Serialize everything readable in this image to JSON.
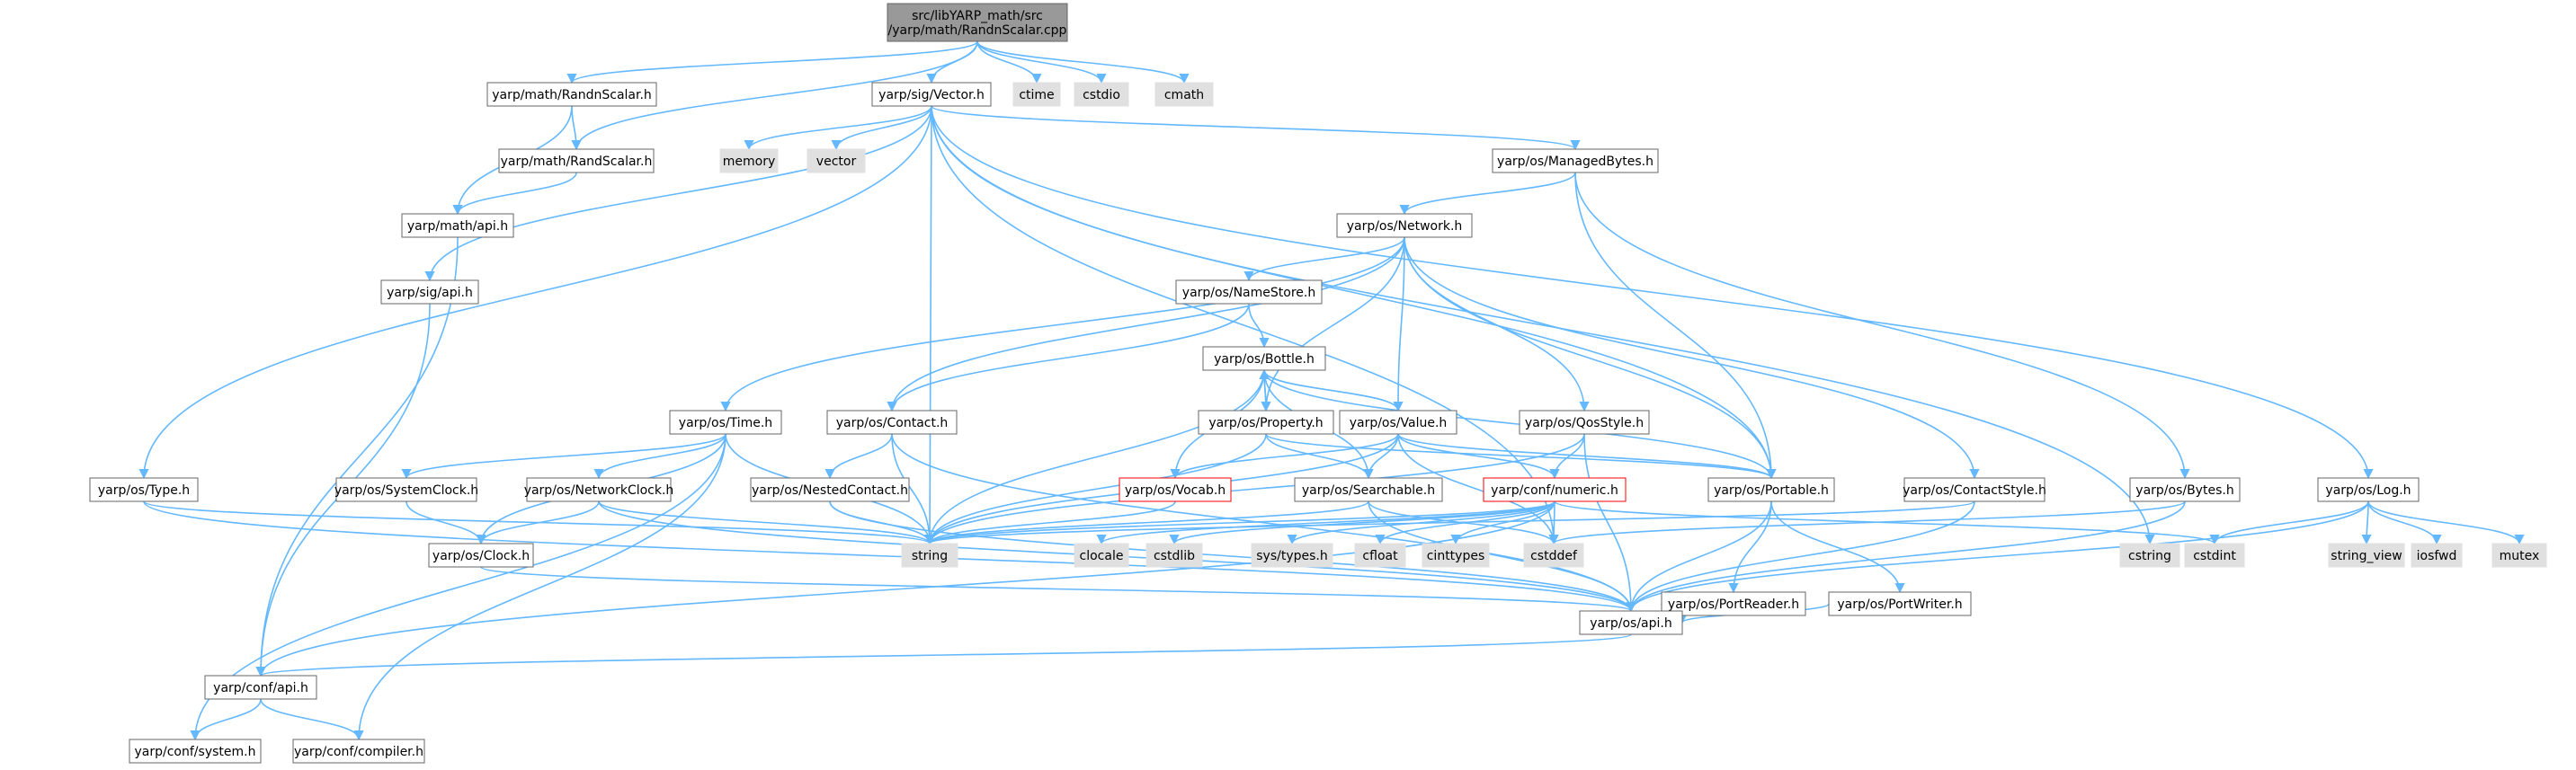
{
  "colors": {
    "edge": "#63b8ff",
    "node_border": "#666666",
    "node_fill": "#ffffff",
    "root_fill": "#999999",
    "root_border": "#666666",
    "system_fill": "#e0e0e0",
    "system_border": "#e0e0e0",
    "truncated_border": "#ff0000"
  },
  "nodes": {
    "root": {
      "lines": [
        "src/libYARP_math/src",
        "/yarp/math/RandnScalar.cpp"
      ],
      "kind": "root"
    },
    "mathRandnScalarH": {
      "lines": [
        "yarp/math/RandnScalar.h"
      ],
      "kind": "normal"
    },
    "mathRandScalarH": {
      "lines": [
        "yarp/math/RandScalar.h"
      ],
      "kind": "normal"
    },
    "mathApiH": {
      "lines": [
        "yarp/math/api.h"
      ],
      "kind": "normal"
    },
    "sigVectorH": {
      "lines": [
        "yarp/sig/Vector.h"
      ],
      "kind": "normal"
    },
    "sigApiH": {
      "lines": [
        "yarp/sig/api.h"
      ],
      "kind": "normal"
    },
    "ctime": {
      "lines": [
        "ctime"
      ],
      "kind": "system"
    },
    "cstdio": {
      "lines": [
        "cstdio"
      ],
      "kind": "system"
    },
    "cmath": {
      "lines": [
        "cmath"
      ],
      "kind": "system"
    },
    "memory": {
      "lines": [
        "memory"
      ],
      "kind": "system"
    },
    "vector": {
      "lines": [
        "vector"
      ],
      "kind": "system"
    },
    "managedBytesH": {
      "lines": [
        "yarp/os/ManagedBytes.h"
      ],
      "kind": "normal"
    },
    "networkH": {
      "lines": [
        "yarp/os/Network.h"
      ],
      "kind": "normal"
    },
    "nameStoreH": {
      "lines": [
        "yarp/os/NameStore.h"
      ],
      "kind": "normal"
    },
    "bottleH": {
      "lines": [
        "yarp/os/Bottle.h"
      ],
      "kind": "normal"
    },
    "propertyH": {
      "lines": [
        "yarp/os/Property.h"
      ],
      "kind": "normal"
    },
    "valueH": {
      "lines": [
        "yarp/os/Value.h"
      ],
      "kind": "normal"
    },
    "qosStyleH": {
      "lines": [
        "yarp/os/QosStyle.h"
      ],
      "kind": "normal"
    },
    "contactH": {
      "lines": [
        "yarp/os/Contact.h"
      ],
      "kind": "normal"
    },
    "timeH": {
      "lines": [
        "yarp/os/Time.h"
      ],
      "kind": "normal"
    },
    "typeH": {
      "lines": [
        "yarp/os/Type.h"
      ],
      "kind": "normal"
    },
    "systemClockH": {
      "lines": [
        "yarp/os/SystemClock.h"
      ],
      "kind": "normal"
    },
    "networkClockH": {
      "lines": [
        "yarp/os/NetworkClock.h"
      ],
      "kind": "normal"
    },
    "nestedContactH": {
      "lines": [
        "yarp/os/NestedContact.h"
      ],
      "kind": "normal"
    },
    "vocabH": {
      "lines": [
        "yarp/os/Vocab.h"
      ],
      "kind": "truncated"
    },
    "searchableH": {
      "lines": [
        "yarp/os/Searchable.h"
      ],
      "kind": "normal"
    },
    "confNumericH": {
      "lines": [
        "yarp/conf/numeric.h"
      ],
      "kind": "truncated"
    },
    "portableH": {
      "lines": [
        "yarp/os/Portable.h"
      ],
      "kind": "normal"
    },
    "contactStyleH": {
      "lines": [
        "yarp/os/ContactStyle.h"
      ],
      "kind": "normal"
    },
    "bytesH": {
      "lines": [
        "yarp/os/Bytes.h"
      ],
      "kind": "normal"
    },
    "logH": {
      "lines": [
        "yarp/os/Log.h"
      ],
      "kind": "normal"
    },
    "clockH": {
      "lines": [
        "yarp/os/Clock.h"
      ],
      "kind": "normal"
    },
    "string": {
      "lines": [
        "string"
      ],
      "kind": "system"
    },
    "clocale": {
      "lines": [
        "clocale"
      ],
      "kind": "system"
    },
    "cstdlib": {
      "lines": [
        "cstdlib"
      ],
      "kind": "system"
    },
    "sysTypesH": {
      "lines": [
        "sys/types.h"
      ],
      "kind": "system"
    },
    "cfloat": {
      "lines": [
        "cfloat"
      ],
      "kind": "system"
    },
    "cinttypes": {
      "lines": [
        "cinttypes"
      ],
      "kind": "system"
    },
    "cstddef": {
      "lines": [
        "cstddef"
      ],
      "kind": "system"
    },
    "portReaderH": {
      "lines": [
        "yarp/os/PortReader.h"
      ],
      "kind": "normal"
    },
    "portWriterH": {
      "lines": [
        "yarp/os/PortWriter.h"
      ],
      "kind": "normal"
    },
    "cstring": {
      "lines": [
        "cstring"
      ],
      "kind": "system"
    },
    "cstdint": {
      "lines": [
        "cstdint"
      ],
      "kind": "system"
    },
    "stringView": {
      "lines": [
        "string_view"
      ],
      "kind": "system"
    },
    "iosfwd": {
      "lines": [
        "iosfwd"
      ],
      "kind": "system"
    },
    "mutex": {
      "lines": [
        "mutex"
      ],
      "kind": "system"
    },
    "osApiH": {
      "lines": [
        "yarp/os/api.h"
      ],
      "kind": "normal"
    },
    "confApiH": {
      "lines": [
        "yarp/conf/api.h"
      ],
      "kind": "normal"
    },
    "confSystemH": {
      "lines": [
        "yarp/conf/system.h"
      ],
      "kind": "normal"
    },
    "confCompilerH": {
      "lines": [
        "yarp/conf/compiler.h"
      ],
      "kind": "normal"
    }
  },
  "edges": [
    [
      "root",
      "mathRandnScalarH"
    ],
    [
      "root",
      "mathRandScalarH"
    ],
    [
      "root",
      "sigVectorH"
    ],
    [
      "root",
      "ctime"
    ],
    [
      "root",
      "cstdio"
    ],
    [
      "root",
      "cmath"
    ],
    [
      "mathRandnScalarH",
      "mathRandScalarH"
    ],
    [
      "mathRandnScalarH",
      "mathApiH"
    ],
    [
      "mathRandScalarH",
      "mathApiH"
    ],
    [
      "mathApiH",
      "confApiH"
    ],
    [
      "sigVectorH",
      "memory"
    ],
    [
      "sigVectorH",
      "vector"
    ],
    [
      "sigVectorH",
      "sigApiH"
    ],
    [
      "sigVectorH",
      "managedBytesH"
    ],
    [
      "sigVectorH",
      "typeH"
    ],
    [
      "sigVectorH",
      "string"
    ],
    [
      "sigVectorH",
      "portableH"
    ],
    [
      "sigVectorH",
      "logH"
    ],
    [
      "sigVectorH",
      "cstring"
    ],
    [
      "sigVectorH",
      "cstddef"
    ],
    [
      "sigApiH",
      "confApiH"
    ],
    [
      "managedBytesH",
      "networkH"
    ],
    [
      "managedBytesH",
      "bytesH"
    ],
    [
      "managedBytesH",
      "portableH"
    ],
    [
      "networkH",
      "nameStoreH"
    ],
    [
      "networkH",
      "contactH"
    ],
    [
      "networkH",
      "timeH"
    ],
    [
      "networkH",
      "propertyH"
    ],
    [
      "networkH",
      "valueH"
    ],
    [
      "networkH",
      "qosStyleH"
    ],
    [
      "networkH",
      "portableH"
    ],
    [
      "networkH",
      "contactStyleH"
    ],
    [
      "nameStoreH",
      "bottleH"
    ],
    [
      "nameStoreH",
      "contactH"
    ],
    [
      "bottleH",
      "propertyH"
    ],
    [
      "bottleH",
      "valueH"
    ],
    [
      "bottleH",
      "vocabH"
    ],
    [
      "bottleH",
      "searchableH"
    ],
    [
      "bottleH",
      "string"
    ],
    [
      "bottleH",
      "portableH"
    ],
    [
      "propertyH",
      "bottleH"
    ],
    [
      "propertyH",
      "searchableH"
    ],
    [
      "propertyH",
      "string"
    ],
    [
      "propertyH",
      "portableH"
    ],
    [
      "valueH",
      "bottleH"
    ],
    [
      "valueH",
      "vocabH"
    ],
    [
      "valueH",
      "searchableH"
    ],
    [
      "valueH",
      "confNumericH"
    ],
    [
      "valueH",
      "string"
    ],
    [
      "valueH",
      "portableH"
    ],
    [
      "valueH",
      "cstddef"
    ],
    [
      "qosStyleH",
      "confNumericH"
    ],
    [
      "qosStyleH",
      "string"
    ],
    [
      "qosStyleH",
      "osApiH"
    ],
    [
      "contactH",
      "nestedContactH"
    ],
    [
      "contactH",
      "string"
    ],
    [
      "contactH",
      "osApiH"
    ],
    [
      "timeH",
      "systemClockH"
    ],
    [
      "timeH",
      "networkClockH"
    ],
    [
      "timeH",
      "clockH"
    ],
    [
      "timeH",
      "string"
    ],
    [
      "timeH",
      "confSystemH"
    ],
    [
      "timeH",
      "confCompilerH"
    ],
    [
      "typeH",
      "string"
    ],
    [
      "typeH",
      "osApiH"
    ],
    [
      "systemClockH",
      "clockH"
    ],
    [
      "networkClockH",
      "clockH"
    ],
    [
      "networkClockH",
      "string"
    ],
    [
      "networkClockH",
      "osApiH"
    ],
    [
      "nestedContactH",
      "string"
    ],
    [
      "nestedContactH",
      "osApiH"
    ],
    [
      "vocabH",
      "string"
    ],
    [
      "searchableH",
      "string"
    ],
    [
      "searchableH",
      "cstddef"
    ],
    [
      "searchableH",
      "osApiH"
    ],
    [
      "confNumericH",
      "string"
    ],
    [
      "confNumericH",
      "clocale"
    ],
    [
      "confNumericH",
      "cstdlib"
    ],
    [
      "confNumericH",
      "sysTypesH"
    ],
    [
      "confNumericH",
      "cfloat"
    ],
    [
      "confNumericH",
      "cinttypes"
    ],
    [
      "confNumericH",
      "cstddef"
    ],
    [
      "confNumericH",
      "cstdint"
    ],
    [
      "confNumericH",
      "confApiH"
    ],
    [
      "portableH",
      "portReaderH"
    ],
    [
      "portableH",
      "portWriterH"
    ],
    [
      "portableH",
      "osApiH"
    ],
    [
      "portReaderH",
      "osApiH"
    ],
    [
      "portWriterH",
      "osApiH"
    ],
    [
      "contactStyleH",
      "string"
    ],
    [
      "contactStyleH",
      "osApiH"
    ],
    [
      "bytesH",
      "cstddef"
    ],
    [
      "bytesH",
      "osApiH"
    ],
    [
      "logH",
      "cstdint"
    ],
    [
      "logH",
      "stringView"
    ],
    [
      "logH",
      "iosfwd"
    ],
    [
      "logH",
      "mutex"
    ],
    [
      "logH",
      "osApiH"
    ],
    [
      "clockH",
      "osApiH"
    ],
    [
      "osApiH",
      "confApiH"
    ],
    [
      "confApiH",
      "confSystemH"
    ],
    [
      "confApiH",
      "confCompilerH"
    ]
  ]
}
